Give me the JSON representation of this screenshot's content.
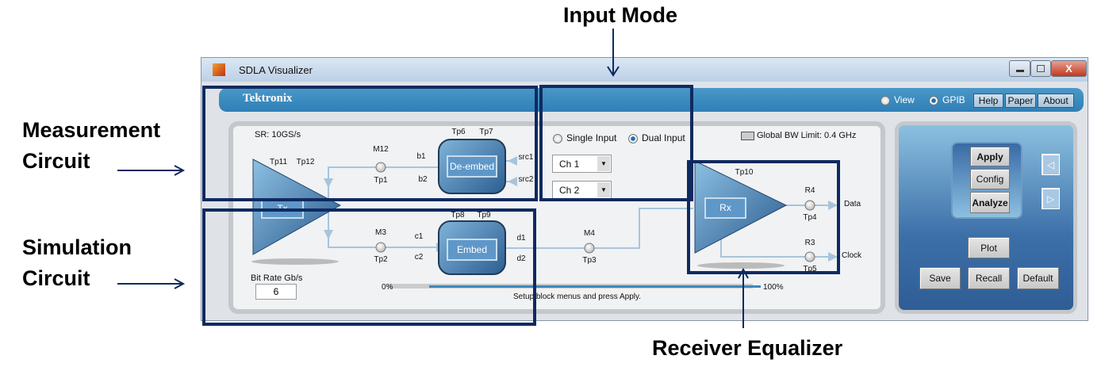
{
  "annotations": {
    "input_mode": "Input Mode",
    "measurement_1": "Measurement",
    "measurement_2": "Circuit",
    "simulation_1": "Simulation",
    "simulation_2": "Circuit",
    "receiver": "Receiver Equalizer"
  },
  "window": {
    "title": "SDLA Visualizer",
    "icon": "matlab-icon",
    "controls": [
      "minimize",
      "maximize",
      "close"
    ],
    "close_label": "X"
  },
  "header": {
    "logo": "Tektronix",
    "radios": [
      {
        "label": "View",
        "selected": false
      },
      {
        "label": "GPIB",
        "selected": true
      }
    ],
    "buttons": [
      "Help",
      "Paper",
      "About"
    ]
  },
  "circuit": {
    "sr": "SR: 10GS/s",
    "tx": {
      "label": "Tx",
      "tp_a": "Tp11",
      "tp_b": "Tp12"
    },
    "m12": "M12",
    "tp1": "Tp1",
    "b1": "b1",
    "b2": "b2",
    "deembed": {
      "label": "De-embed",
      "tp_a": "Tp6",
      "tp_b": "Tp7"
    },
    "src1": "src1",
    "src2": "src2",
    "input_mode": {
      "single": "Single Input",
      "dual": "Dual Input",
      "selected": "Dual Input"
    },
    "ch1": "Ch 1",
    "ch2": "Ch 2",
    "global_bw": {
      "label": "Global BW Limit: 0.4 GHz",
      "checked": false
    },
    "m3": "M3",
    "tp2": "Tp2",
    "c1": "c1",
    "c2": "c2",
    "embed": {
      "label": "Embed",
      "tp_a": "Tp8",
      "tp_b": "Tp9"
    },
    "d1": "d1",
    "d2": "d2",
    "m4": "M4",
    "tp3": "Tp3",
    "rx": {
      "label": "Rx",
      "tp": "Tp10"
    },
    "r4": "R4",
    "tp4": "Tp4",
    "data": "Data",
    "r3": "R3",
    "tp5": "Tp5",
    "clock": "Clock",
    "bit_rate_label": "Bit Rate Gb/s",
    "bit_rate_value": "6",
    "progress": {
      "min": "0%",
      "max": "100%",
      "value_percent": 0,
      "status": "Setup block menus and press Apply."
    }
  },
  "controls": {
    "apply": "Apply",
    "config": "Config",
    "analyze": "Analyze",
    "plot": "Plot",
    "save": "Save",
    "recall": "Recall",
    "default": "Default"
  },
  "colors": {
    "header": "#3388bf",
    "annotation_box": "#0f2a60"
  }
}
